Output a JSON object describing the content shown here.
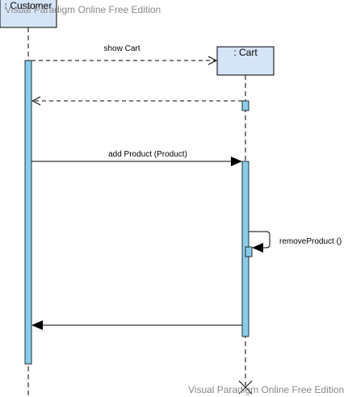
{
  "watermarks": {
    "top": "Visual Paradigm Online Free Edition",
    "bottom": "Visual Paradigm Online Free Edition"
  },
  "lifelines": {
    "customer": {
      "label": ": Customer"
    },
    "cart": {
      "label": ": Cart"
    }
  },
  "messages": {
    "show_cart": "show Cart",
    "add_product": "add Product (Product)",
    "remove_product": "removeProduct ()"
  },
  "colors": {
    "object_fill": "#D6E4F7",
    "activation_fill": "#87CEEB",
    "line": "#000000"
  }
}
